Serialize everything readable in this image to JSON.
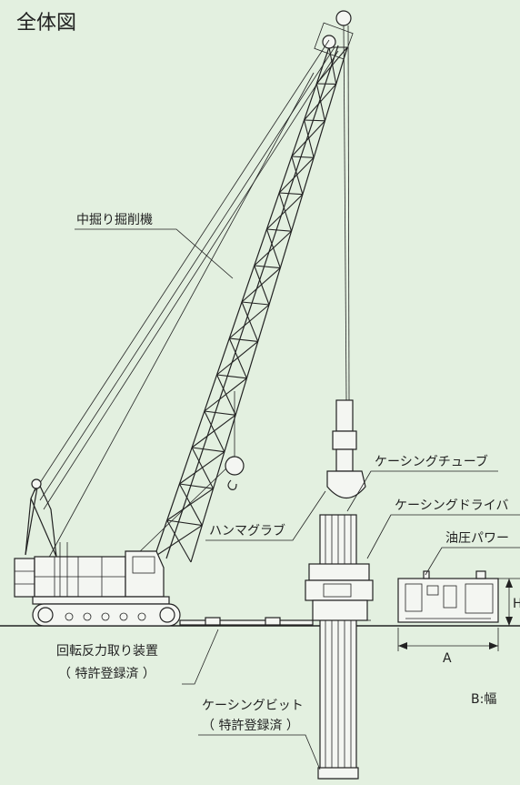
{
  "title": "全体図",
  "labels": {
    "nakabori": "中掘り掘削機",
    "casing_tube": "ケーシングチューブ",
    "casing_driver": "ケーシングドライバ",
    "power_unit": "油圧パワー",
    "hammer_grab": "ハンマグラブ",
    "rotation_device_1": "回転反力取り装置",
    "rotation_device_2": "（ 特許登録済 ）",
    "casing_bit_1": "ケーシングビット",
    "casing_bit_2": "（ 特許登録済 ）",
    "dim_a": "A",
    "dim_h": "H",
    "dim_b": "B:幅"
  }
}
